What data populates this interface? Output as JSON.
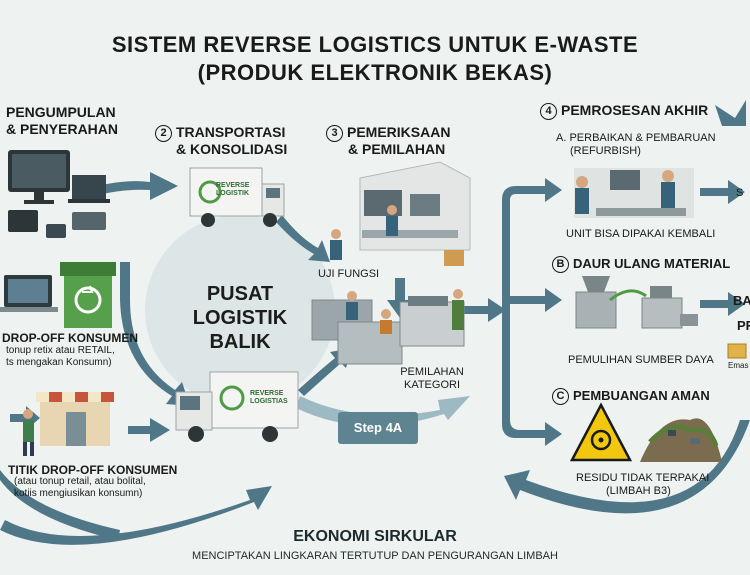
{
  "title_line1": "SISTEM REVERSE LOGISTICS UNTUK E-WASTE",
  "title_line2": "(PRODUK ELEKTRONIK BEKAS)",
  "stage1": {
    "title_line1": "PENGUMPULAN",
    "title_line2": "& PENYERAHAN"
  },
  "stage2": {
    "number": "2",
    "title_line1": "TRANSPORTASI",
    "title_line2": "& KONSOLIDASI"
  },
  "stage3": {
    "number": "3",
    "title_line1": "PEMERIKSAAN",
    "title_line2": "& PEMILAHAN",
    "test_label": "UJI FUNGSI",
    "sort_line1": "PEMILAHAN",
    "sort_line2": "KATEGORI"
  },
  "stage4": {
    "number": "4",
    "title": "PEMROSESAN AKHIR",
    "a_label_line1": "A. PERBAIKAN & PEMBARUAN",
    "a_label_line2": "(REFURBISH)",
    "a_caption": "UNIT BISA DIPAKAI KEMBALI",
    "a_side": "S",
    "b_letter": "B",
    "b_label": "DAUR ULANG MATERIAL",
    "b_caption": "PEMULIHAN SUMBER DAYA",
    "b_side1": "BA",
    "b_side2": "PR",
    "b_side3": "Emas",
    "c_letter": "C",
    "c_label": "PEMBUANGAN AMAN",
    "c_caption_line1": "RESIDU TIDAK TERPAKAI",
    "c_caption_line2": "(LIMBAH B3)"
  },
  "center": {
    "line1": "PUSAT",
    "line2": "LOGISTIK",
    "line3": "BALIK"
  },
  "dropoff_retail": {
    "title": "DROP-OFF KONSUMEN",
    "line1": "tonup retix atau RETAIL,",
    "line2": "ts mengakan Konsumn)"
  },
  "dropoff_point": {
    "title": "TITIK DROP-OFF KONSUMEN",
    "line1": "(atau tonup retail, atau bolital,",
    "line2": "kotiis mengiusikan konsumn)"
  },
  "truck_top_text": "REVERSE LOGISTIK",
  "truck_bottom_text": "REVERSE LOGISTIAS",
  "step_tag": "Step 4A",
  "footer": {
    "title": "EKONOMI SIRKULAR",
    "subtitle": "MENCIPTAKAN LINGKARAN TERTUTUP DAN PENGURANGAN LIMBAH"
  },
  "colors": {
    "arrow": "#4f7787",
    "arrow_light": "#8fb0bb",
    "recycle_green": "#4e9a45",
    "background": "#eef2f1"
  }
}
